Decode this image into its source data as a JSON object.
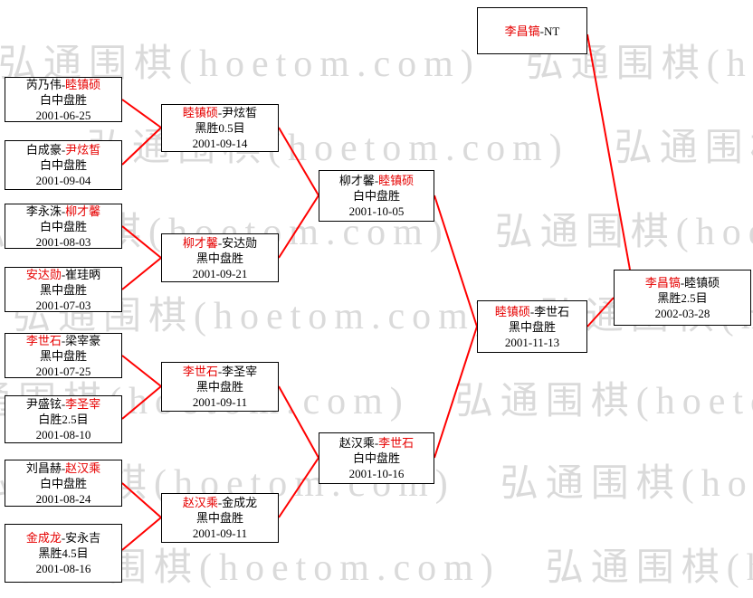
{
  "watermark": {
    "text": "弘通围棋(hoetom.com)"
  },
  "separator": "-",
  "colors": {
    "winner_name": "#e60000",
    "connector_line": "#ff0000",
    "watermark": "#dadada",
    "box_border": "#000000",
    "background": "#ffffff"
  },
  "seed": {
    "p1": "李昌镐",
    "p2": "NT",
    "p1_red": true,
    "p2_red": false
  },
  "matches": [
    {
      "round": 1,
      "p1": "芮乃伟",
      "p1_red": false,
      "p2": "睦镇硕",
      "p2_red": true,
      "result": "白中盘胜",
      "date": "2001-06-25"
    },
    {
      "round": 1,
      "p1": "白成豪",
      "p1_red": false,
      "p2": "尹炫皙",
      "p2_red": true,
      "result": "白中盘胜",
      "date": "2001-09-04"
    },
    {
      "round": 1,
      "p1": "李永洙",
      "p1_red": false,
      "p2": "柳才馨",
      "p2_red": true,
      "result": "白中盘胜",
      "date": "2001-08-03"
    },
    {
      "round": 1,
      "p1": "安达勋",
      "p1_red": true,
      "p2": "崔珪昞",
      "p2_red": false,
      "result": "黑中盘胜",
      "date": "2001-07-03"
    },
    {
      "round": 1,
      "p1": "李世石",
      "p1_red": true,
      "p2": "梁宰豪",
      "p2_red": false,
      "result": "黑中盘胜",
      "date": "2001-07-25"
    },
    {
      "round": 1,
      "p1": "尹盛铉",
      "p1_red": false,
      "p2": "李圣宰",
      "p2_red": true,
      "result": "白胜2.5目",
      "date": "2001-08-10"
    },
    {
      "round": 1,
      "p1": "刘昌赫",
      "p1_red": false,
      "p2": "赵汉乘",
      "p2_red": true,
      "result": "白中盘胜",
      "date": "2001-08-24"
    },
    {
      "round": 1,
      "p1": "金成龙",
      "p1_red": true,
      "p2": "安永吉",
      "p2_red": false,
      "result": "黑胜4.5目",
      "date": "2001-08-16"
    },
    {
      "round": 2,
      "p1": "睦镇硕",
      "p1_red": true,
      "p2": "尹炫皙",
      "p2_red": false,
      "result": "黑胜0.5目",
      "date": "2001-09-14"
    },
    {
      "round": 2,
      "p1": "柳才馨",
      "p1_red": true,
      "p2": "安达勋",
      "p2_red": false,
      "result": "黑中盘胜",
      "date": "2001-09-21"
    },
    {
      "round": 2,
      "p1": "李世石",
      "p1_red": true,
      "p2": "李圣宰",
      "p2_red": false,
      "result": "黑中盘胜",
      "date": "2001-09-11"
    },
    {
      "round": 2,
      "p1": "赵汉乘",
      "p1_red": true,
      "p2": "金成龙",
      "p2_red": false,
      "result": "黑中盘胜",
      "date": "2001-09-11"
    },
    {
      "round": 3,
      "p1": "柳才馨",
      "p1_red": false,
      "p2": "睦镇硕",
      "p2_red": true,
      "result": "白中盘胜",
      "date": "2001-10-05"
    },
    {
      "round": 3,
      "p1": "赵汉乘",
      "p1_red": false,
      "p2": "李世石",
      "p2_red": true,
      "result": "白中盘胜",
      "date": "2001-10-16"
    },
    {
      "round": 4,
      "p1": "睦镇硕",
      "p1_red": true,
      "p2": "李世石",
      "p2_red": false,
      "result": "黑中盘胜",
      "date": "2001-11-13"
    },
    {
      "round": 5,
      "p1": "李昌镐",
      "p1_red": true,
      "p2": "睦镇硕",
      "p2_red": false,
      "result": "黑胜2.5目",
      "date": "2002-03-28"
    }
  ]
}
